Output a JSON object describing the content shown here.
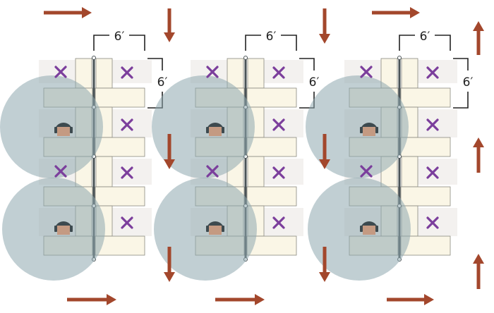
{
  "title_hidden": null,
  "dimension_labels": {
    "horizontal": "6′",
    "vertical": "6′"
  },
  "icons": {
    "unavailable_seat": "x-mark-icon",
    "occupied_seat": "person-icon",
    "flow": "arrow-icon"
  },
  "colors": {
    "arrow": "#a3472c",
    "exclusion_circle": "#8ea7ae",
    "desk": "#faf6e6",
    "desk_border": "#8a8a80",
    "x_mark": "#7b3e9c",
    "spine": "#4a5356"
  },
  "columns": [
    {
      "top_dim": "6′",
      "side_dim": "6′"
    },
    {
      "top_dim": "6′",
      "side_dim": "6′"
    },
    {
      "top_dim": "6′",
      "side_dim": "6′"
    }
  ]
}
